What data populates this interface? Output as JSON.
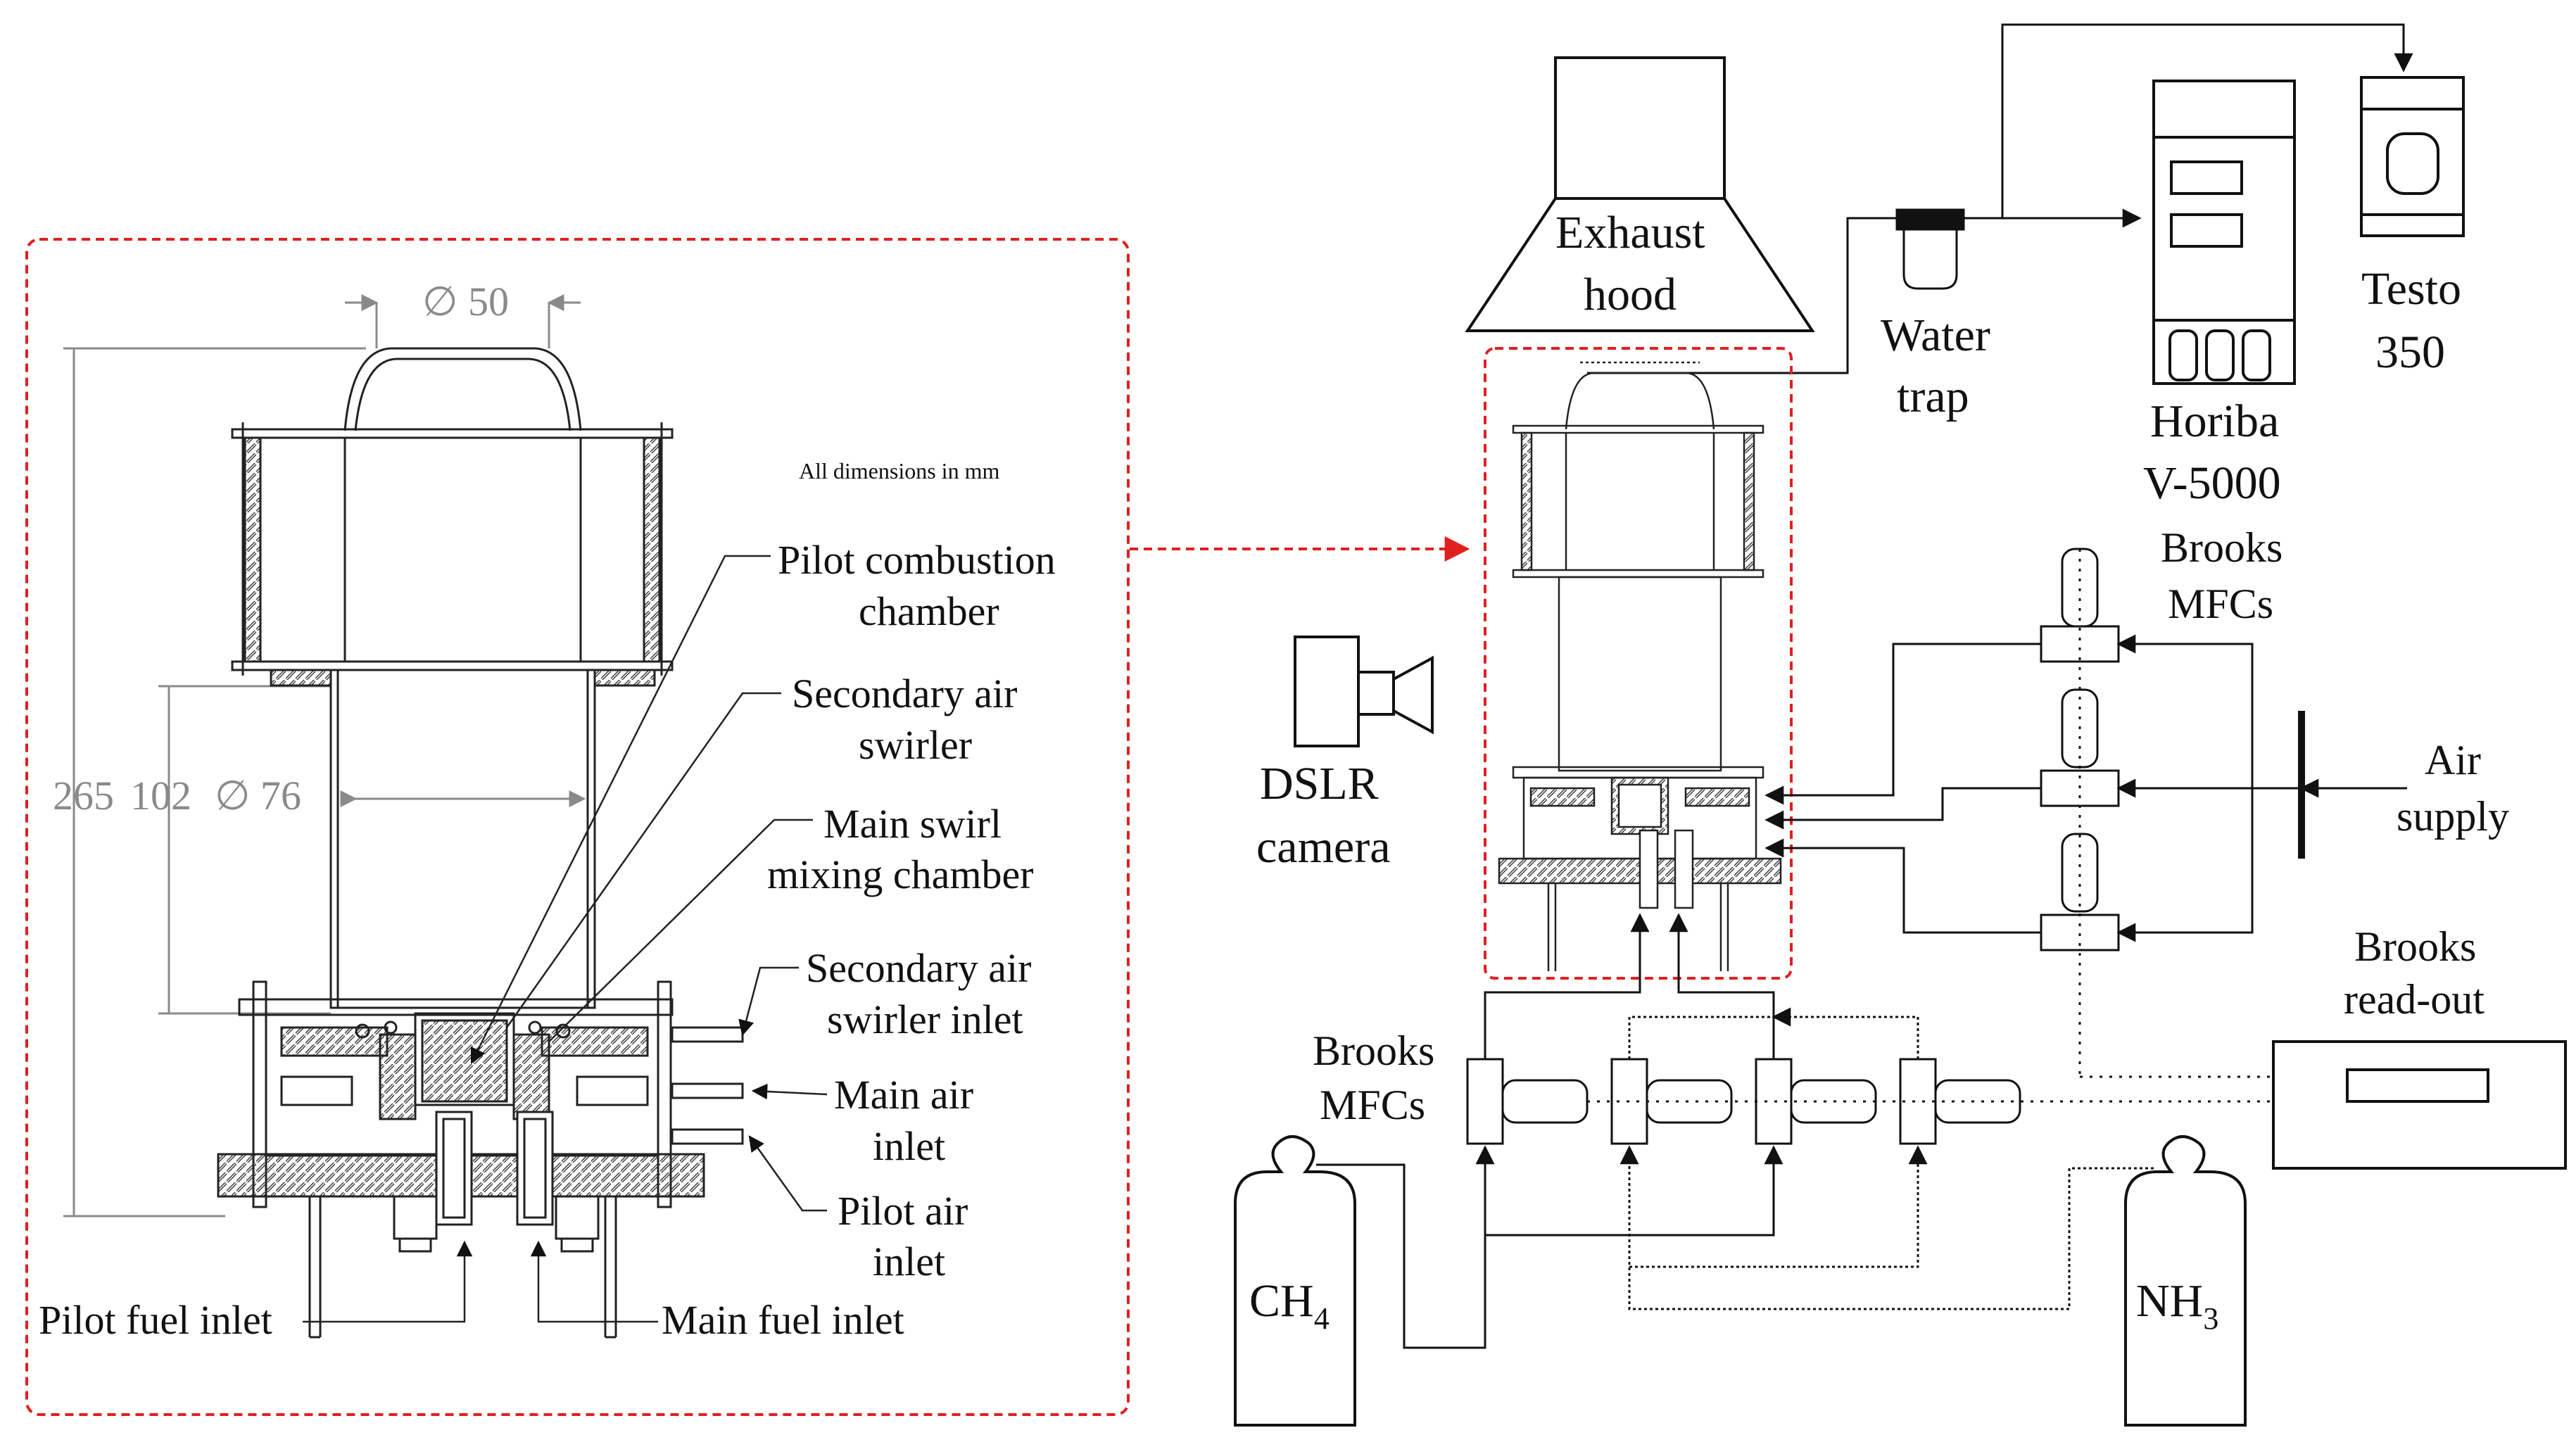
{
  "detail_panel": {
    "note": "All dimensions in mm",
    "dim_top": "∅ 50",
    "dim_left_265": "265",
    "dim_left_102": "102",
    "dim_left_76": "∅ 76",
    "labels": {
      "pilot_combustion_1": "Pilot combustion",
      "pilot_combustion_2": "chamber",
      "secondary_swirler_1": "Secondary air",
      "secondary_swirler_2": "swirler",
      "main_swirl_1": "Main swirl",
      "main_swirl_2": "mixing chamber",
      "secondary_inlet_1": "Secondary air",
      "secondary_inlet_2": "swirler inlet",
      "main_air_1": "Main air",
      "main_air_2": "inlet",
      "pilot_air_1": "Pilot air",
      "pilot_air_2": "inlet",
      "pilot_fuel": "Pilot fuel inlet",
      "main_fuel": "Main fuel inlet"
    }
  },
  "setup_panel": {
    "exhaust_1": "Exhaust",
    "exhaust_2": "hood",
    "water_1": "Water",
    "water_2": "trap",
    "horiba_1": "Horiba",
    "horiba_2": "V-5000",
    "testo_1": "Testo",
    "testo_2": "350",
    "brooks_top_1": "Brooks",
    "brooks_top_2": "MFCs",
    "air_1": "Air",
    "air_2": "supply",
    "dslr_1": "DSLR",
    "dslr_2": "camera",
    "readout_1": "Brooks",
    "readout_2": "read-out",
    "brooks_bottom_1": "Brooks",
    "brooks_bottom_2": "MFCs",
    "ch4_base": "CH",
    "ch4_sub": "4",
    "nh3_base": "NH",
    "nh3_sub": "3"
  },
  "colors": {
    "ink": "#111111",
    "dimension_grey": "#8a8a8a",
    "highlight_red": "#e02020"
  }
}
